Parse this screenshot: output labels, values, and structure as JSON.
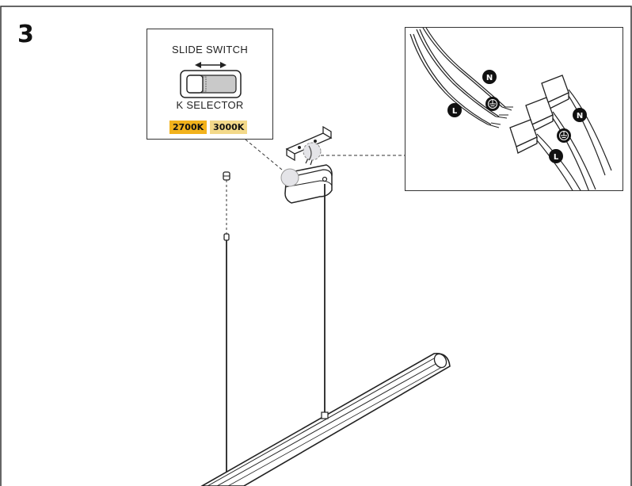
{
  "step": {
    "number": "3"
  },
  "slide_switch": {
    "title": "SLIDE SWITCH",
    "subtitle": "K SELECTOR",
    "options": [
      "2700K",
      "3000K"
    ]
  },
  "wiring": {
    "labels": [
      "N",
      "L",
      "N",
      "L"
    ]
  },
  "colors": {
    "line": "#222222",
    "badge_warm": "#f2b21c",
    "badge_cool": "#f3d98a"
  }
}
